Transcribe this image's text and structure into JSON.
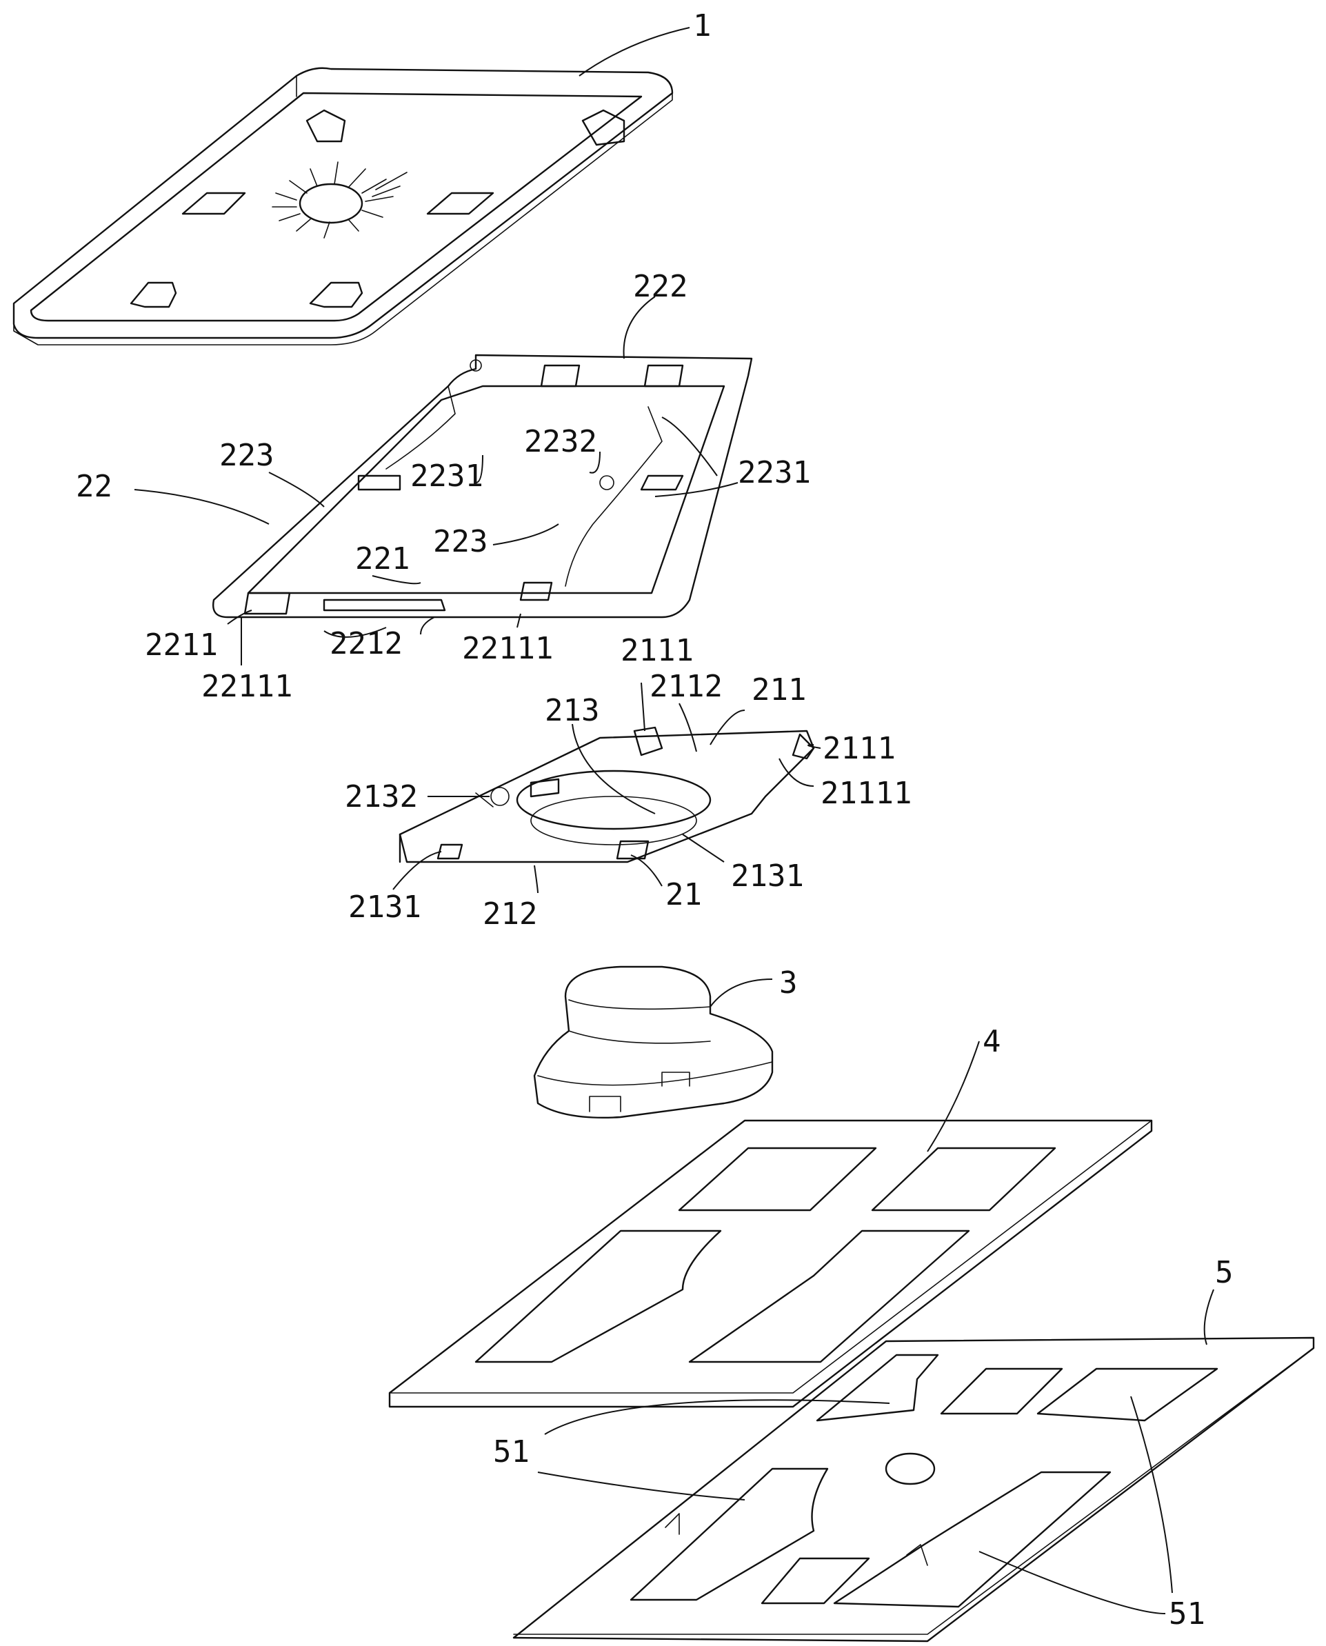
{
  "labels": {
    "l1": "1",
    "l222": "222",
    "l223a": "223",
    "l22": "22",
    "l2231a": "2231",
    "l2232": "2232",
    "l2231b": "2231",
    "l223b": "223",
    "l221": "221",
    "l2211": "2211",
    "l2212": "2212",
    "l22111a": "22111",
    "l22111b": "22111",
    "l2111a": "2111",
    "l2112": "2112",
    "l211": "211",
    "l213": "213",
    "l2111b": "2111",
    "l2132": "2132",
    "l21111": "21111",
    "l2131a": "2131",
    "l2131b": "2131",
    "l21": "21",
    "l212": "212",
    "l3": "3",
    "l4": "4",
    "l5": "5",
    "l51a": "51",
    "l51b": "51"
  }
}
